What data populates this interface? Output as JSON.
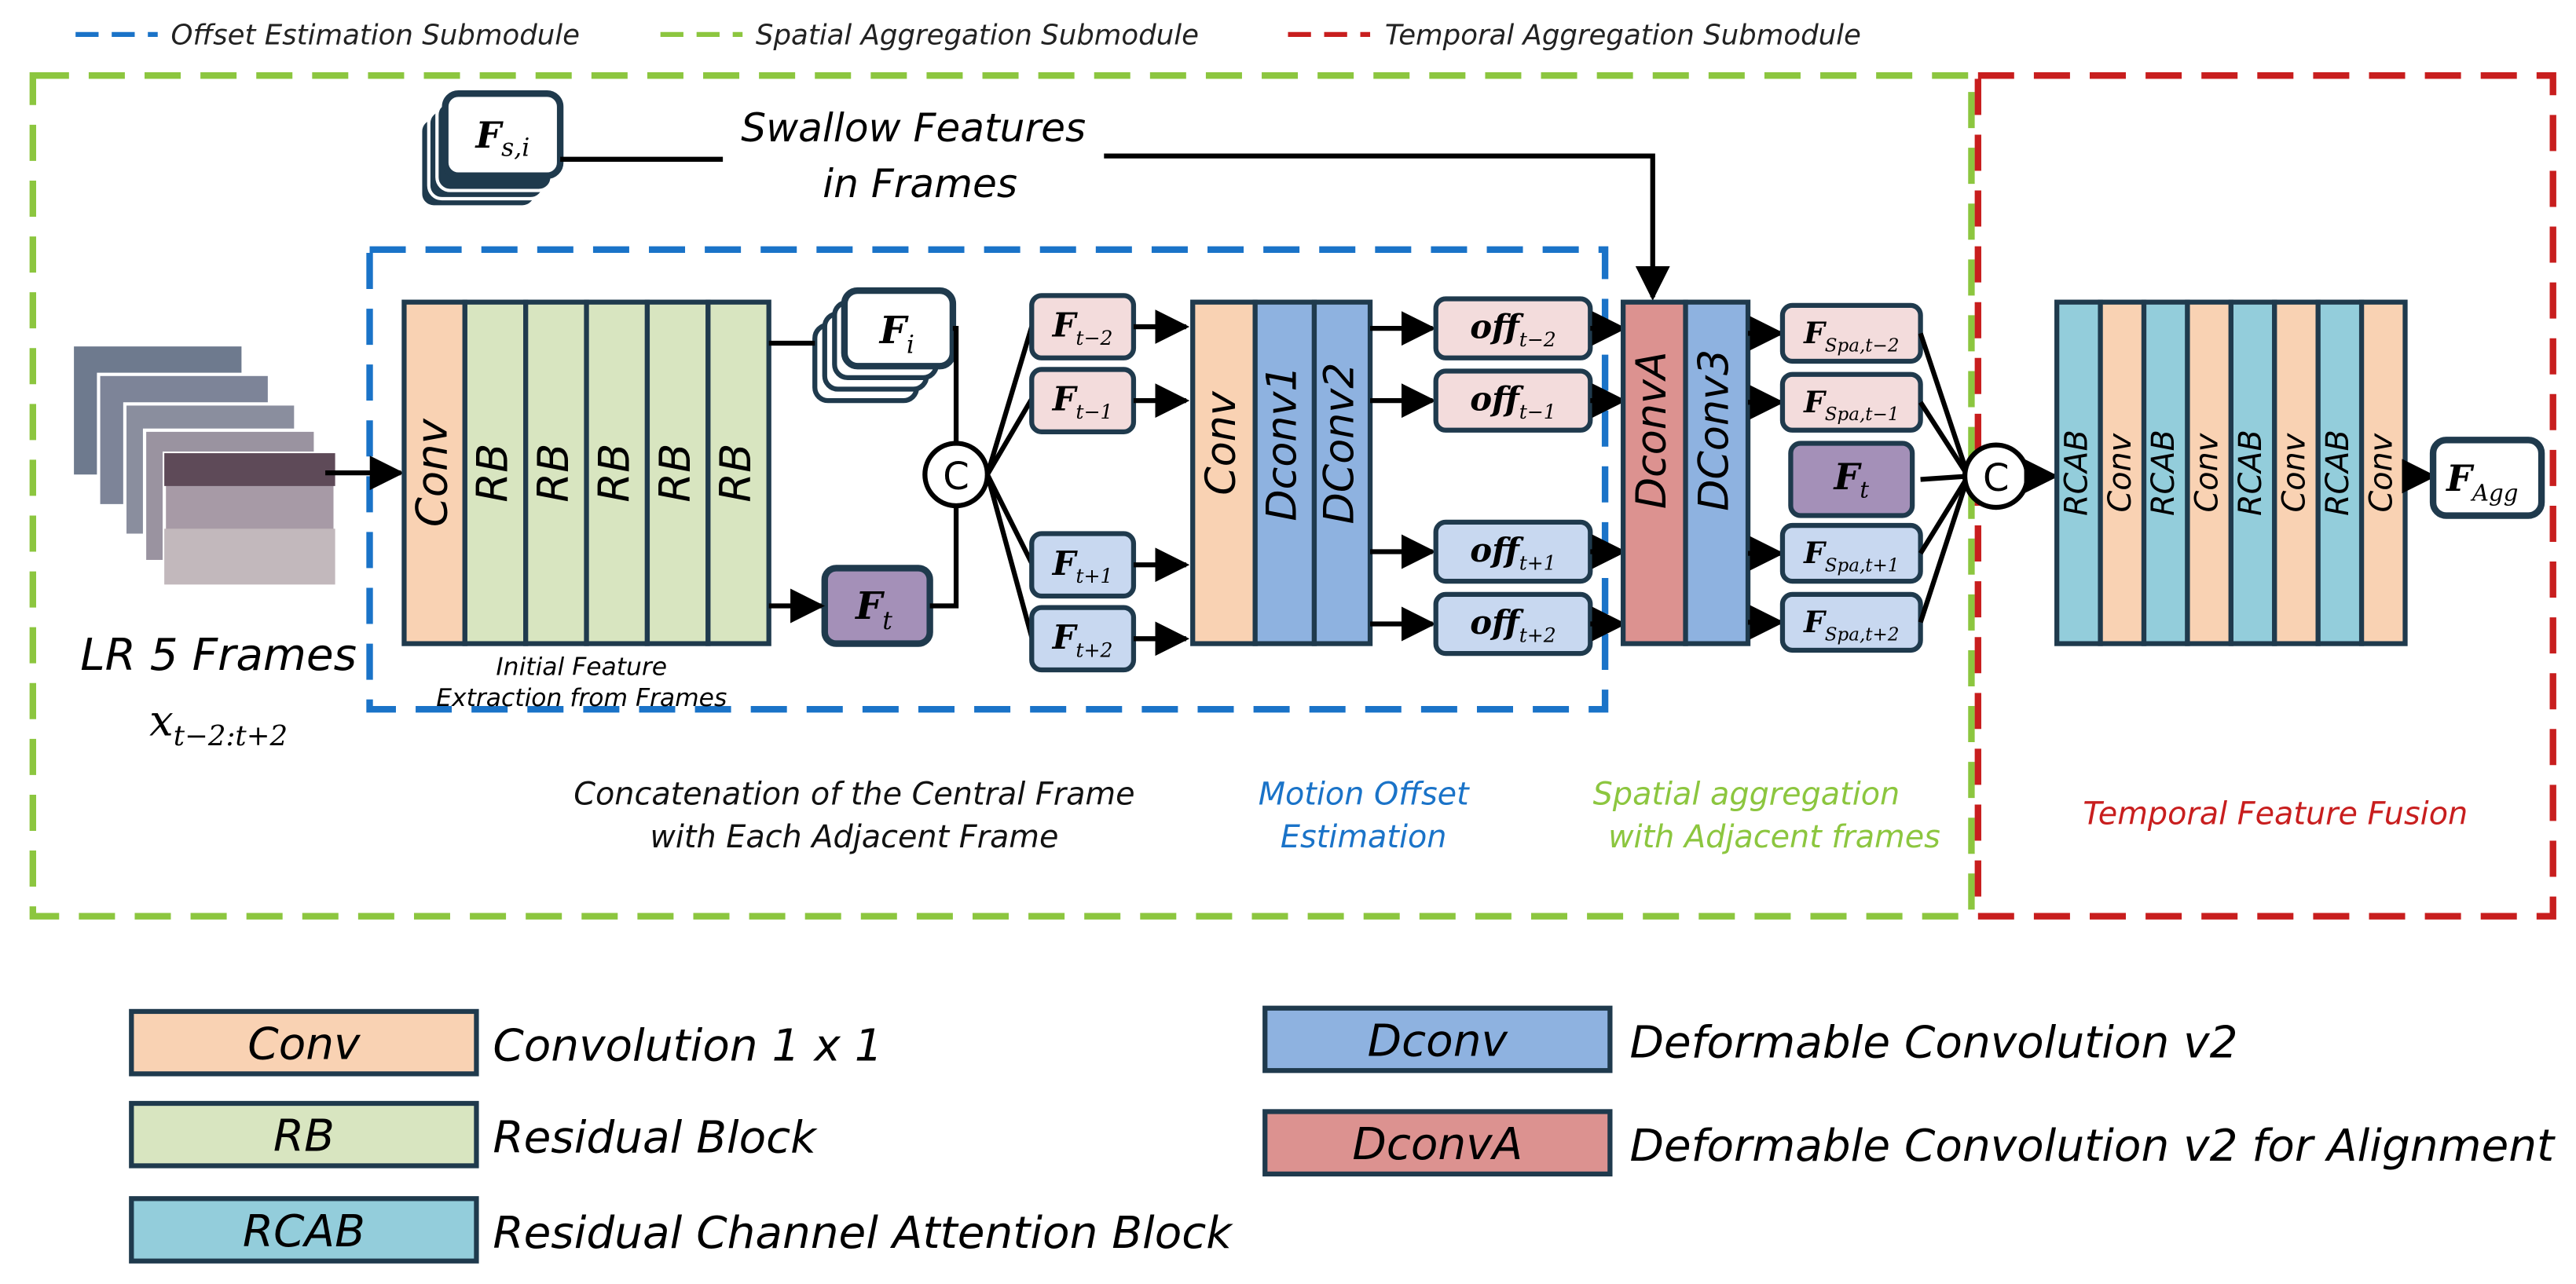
{
  "legend_top": {
    "offset": "Offset Estimation Submodule",
    "spatial": "Spatial Aggregation Submodule",
    "temporal": "Temporal Aggregation Submodule"
  },
  "colors": {
    "blue_dash": "#1a73c8",
    "green_dash": "#8cc63f",
    "red_dash": "#c81e1e",
    "conv": "#f9d2b3",
    "rb": "#d8e5c0",
    "rcab": "#93cddb",
    "dconv": "#8eb2e0",
    "dconva": "#dc9290",
    "pink_feat": "#f3dcdc",
    "blue_feat": "#c8d8f0",
    "purple_feat": "#a490b8",
    "stroke": "#1f3a4d"
  },
  "shallow": {
    "symbol": "F",
    "sub": "s,i",
    "text1": "Swallow Features",
    "text2": "in Frames"
  },
  "input": {
    "label": "LR 5 Frames",
    "math": "x",
    "math_sub": "t−2:t+2"
  },
  "extraction": {
    "blocks": [
      "Conv",
      "RB",
      "RB",
      "RB",
      "RB",
      "RB"
    ],
    "caption1": "Initial Feature",
    "caption2": "Extraction from Frames",
    "fi": "F",
    "fi_sub": "i",
    "ft": "F",
    "ft_sub": "t"
  },
  "concat_symbol": "C",
  "frame_feats": [
    {
      "sym": "F",
      "sub": "t−2"
    },
    {
      "sym": "F",
      "sub": "t−1"
    },
    {
      "sym": "F",
      "sub": "t+1"
    },
    {
      "sym": "F",
      "sub": "t+2"
    }
  ],
  "motion_blocks": [
    "Conv",
    "Dconv1",
    "DConv2"
  ],
  "offsets": [
    {
      "sym": "off",
      "sub": "t−2"
    },
    {
      "sym": "off",
      "sub": "t−1"
    },
    {
      "sym": "off",
      "sub": "t+1"
    },
    {
      "sym": "off",
      "sub": "t+2"
    }
  ],
  "align_blocks": [
    "DconvA",
    "DConv3"
  ],
  "spa_feats": [
    {
      "sym": "F",
      "sub": "Spa,t−2"
    },
    {
      "sym": "F",
      "sub": "Spa,t−1"
    },
    {
      "sym": "F",
      "sub": "t"
    },
    {
      "sym": "F",
      "sub": "Spa,t+1"
    },
    {
      "sym": "F",
      "sub": "Spa,t+2"
    }
  ],
  "temporal_blocks": [
    "RCAB",
    "Conv",
    "RCAB",
    "Conv",
    "RCAB",
    "Conv",
    "RCAB",
    "Conv"
  ],
  "output": {
    "sym": "F",
    "sub": "Agg"
  },
  "section_labels": {
    "concat1": "Concatenation of the Central Frame",
    "concat2": "with Each Adjacent Frame",
    "motion1": "Motion Offset",
    "motion2": "Estimation",
    "spatial1": "Spatial aggregation",
    "spatial2": "with Adjacent frames",
    "temporal": "Temporal Feature Fusion"
  },
  "legend_bottom": [
    {
      "box": "Conv",
      "desc": "Convolution 1 x 1"
    },
    {
      "box": "RB",
      "desc": "Residual Block"
    },
    {
      "box": "RCAB",
      "desc": "Residual Channel Attention Block"
    },
    {
      "box": "Dconv",
      "desc": "Deformable Convolution v2"
    },
    {
      "box": "DconvA",
      "desc": "Deformable Convolution v2 for Alignment"
    }
  ]
}
